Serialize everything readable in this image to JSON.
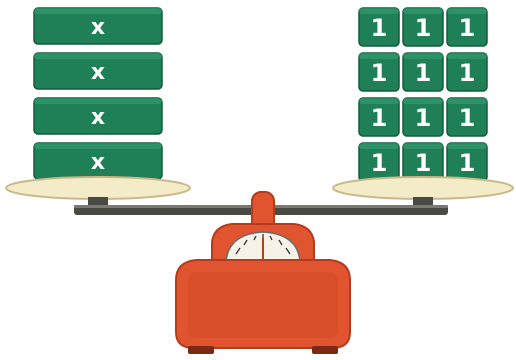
{
  "left_pan": {
    "tile_count": 4,
    "tile_label": "x"
  },
  "right_pan": {
    "rows": 4,
    "cols": 3,
    "tile_label": "1"
  },
  "colors": {
    "tile_green": "#1f7f57",
    "tile_green_dark": "#125c3d",
    "tile_green_light": "#3aa277",
    "pan_fill": "#f4ecc8",
    "pan_rim": "#c9b98a",
    "beam": "#4a4a44",
    "scale_body": "#e0552f",
    "scale_body_dark": "#b63a1c",
    "scale_dial": "#f7f2e8"
  }
}
